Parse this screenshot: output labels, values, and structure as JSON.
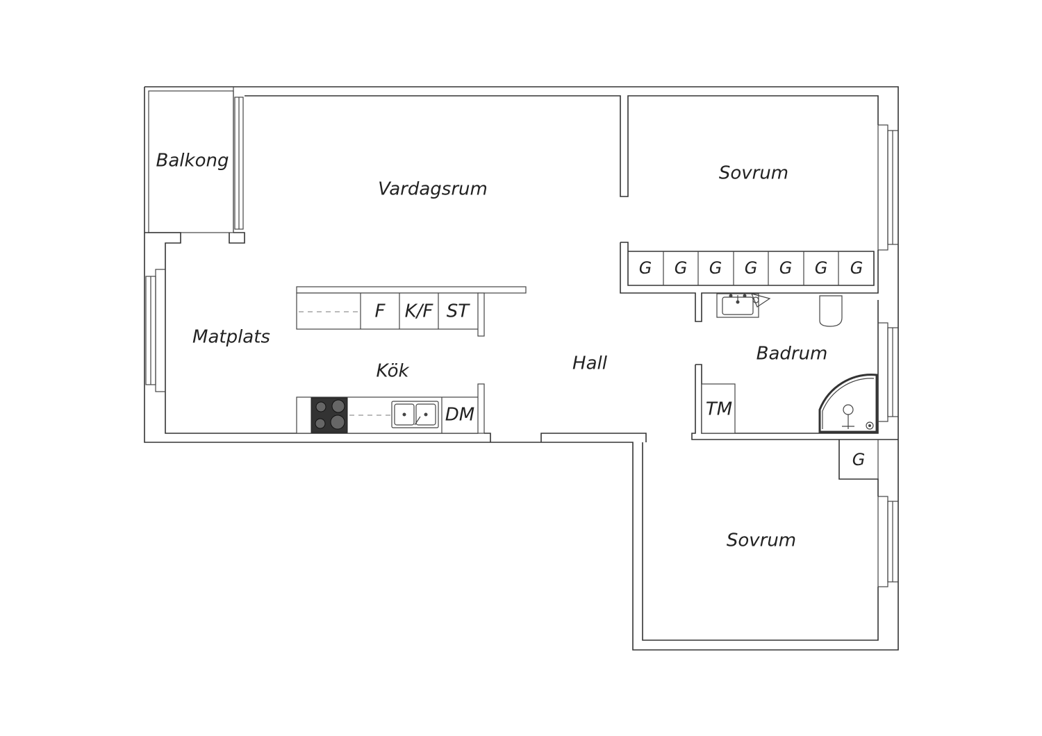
{
  "rooms": {
    "balkong": "Balkong",
    "vardagsrum": "Vardagsrum",
    "sovrum_top": "Sovrum",
    "matplats": "Matplats",
    "kok": "Kök",
    "hall": "Hall",
    "badrum": "Badrum",
    "sovrum_bottom": "Sovrum"
  },
  "fixtures": {
    "f": "F",
    "kf": "K/F",
    "st": "ST",
    "dm": "DM",
    "tm": "TM"
  },
  "wardrobes": [
    "G",
    "G",
    "G",
    "G",
    "G",
    "G",
    "G"
  ],
  "wardrobe_bottom": "G"
}
